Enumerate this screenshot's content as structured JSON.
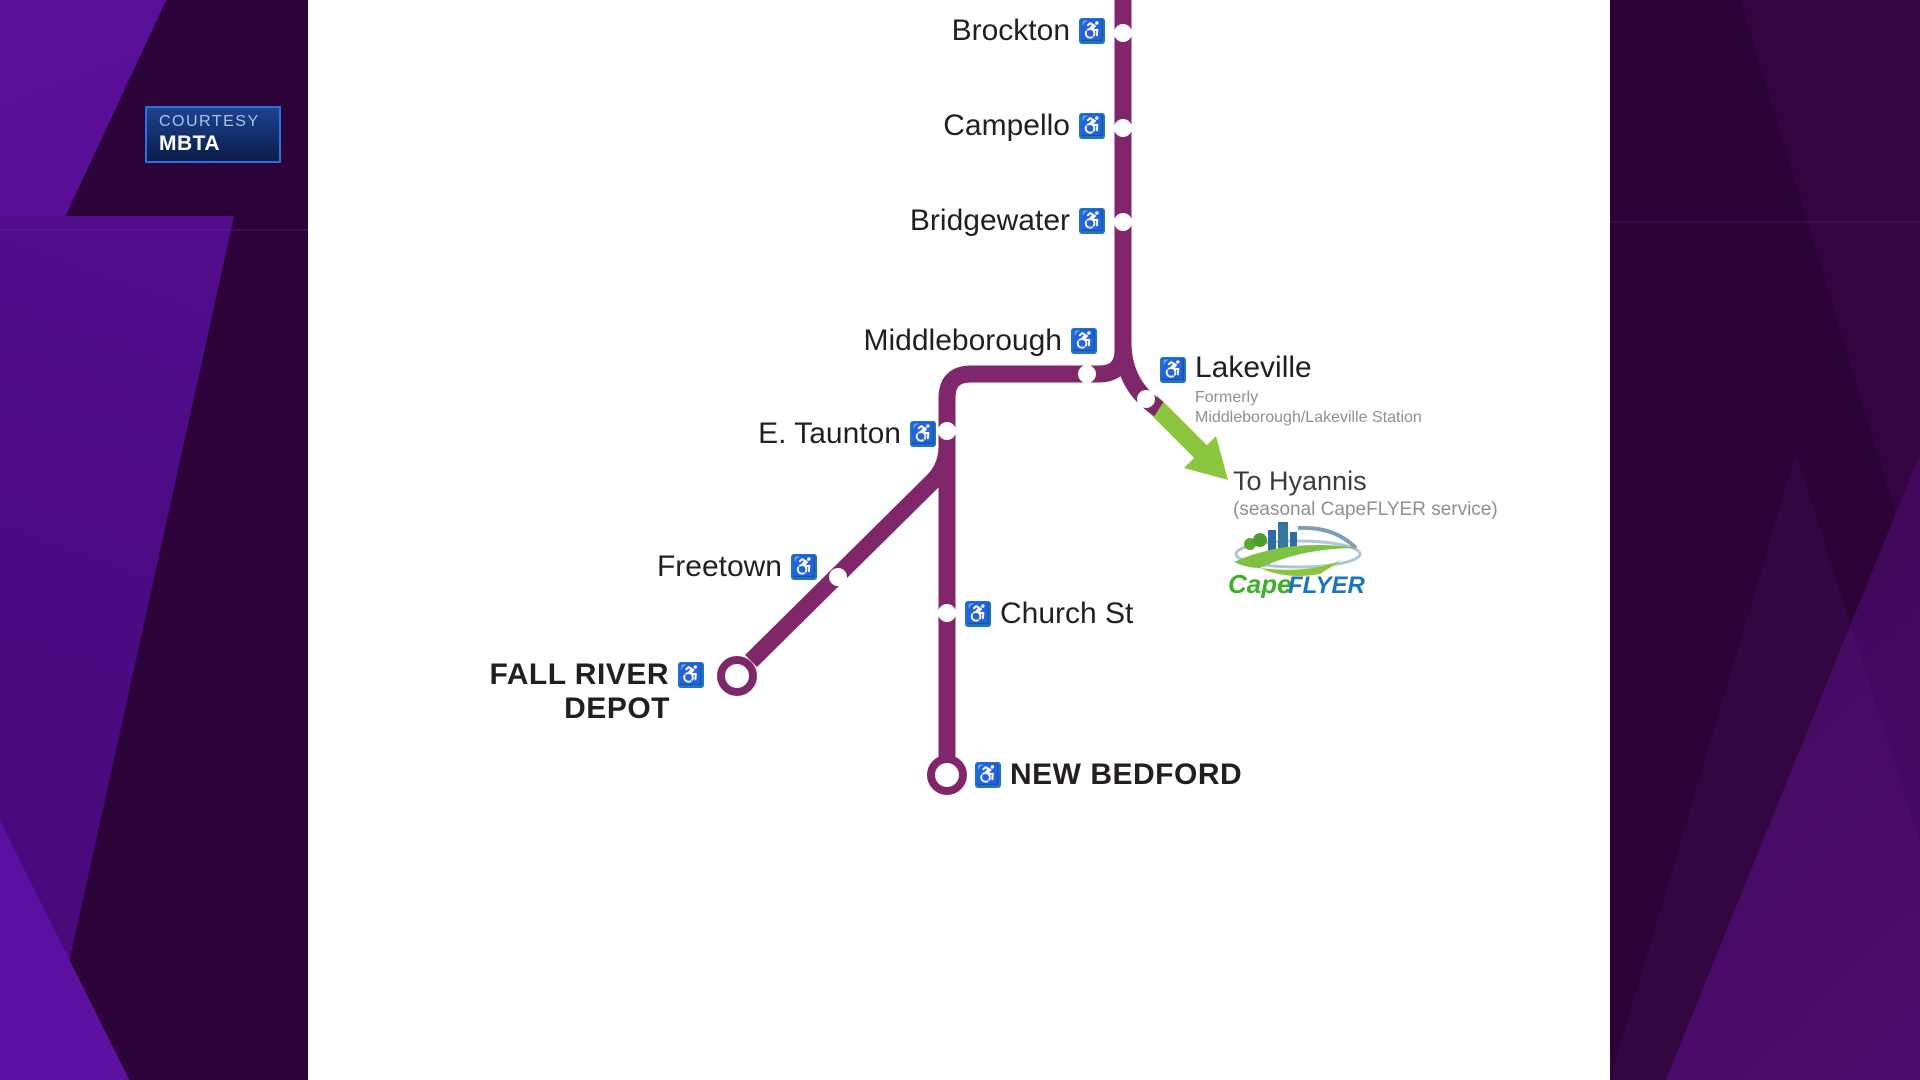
{
  "badge": {
    "courtesy": "COURTESY",
    "org": "MBTA"
  },
  "map": {
    "accessibility_symbol": "♿",
    "colors": {
      "line": "#80276C",
      "arrow": "#8CC63E",
      "accessibility_blue": "#1F76C0",
      "badge_border_blue": "#2F6FE6",
      "background_purple_dark": "#2B0438",
      "background_purple_bright": "#560E93"
    },
    "stations": {
      "brockton": {
        "label": "Brockton"
      },
      "campello": {
        "label": "Campello"
      },
      "bridgewater": {
        "label": "Bridgewater"
      },
      "middleborough": {
        "label": "Middleborough"
      },
      "lakeville": {
        "label": "Lakeville",
        "note1": "Formerly",
        "note2": "Middleborough/Lakeville Station"
      },
      "e_taunton": {
        "label": "E. Taunton"
      },
      "freetown": {
        "label": "Freetown"
      },
      "fall_river_depot": {
        "line1": "FALL RIVER",
        "line2": "DEPOT"
      },
      "church_st": {
        "label": "Church St"
      },
      "new_bedford": {
        "label": "NEW BEDFORD"
      }
    },
    "hyannis_note": {
      "title": "To Hyannis",
      "subtitle": "(seasonal CapeFLYER service)"
    },
    "capeflyer": {
      "word1": "Cape",
      "word2": "FLYER"
    }
  }
}
